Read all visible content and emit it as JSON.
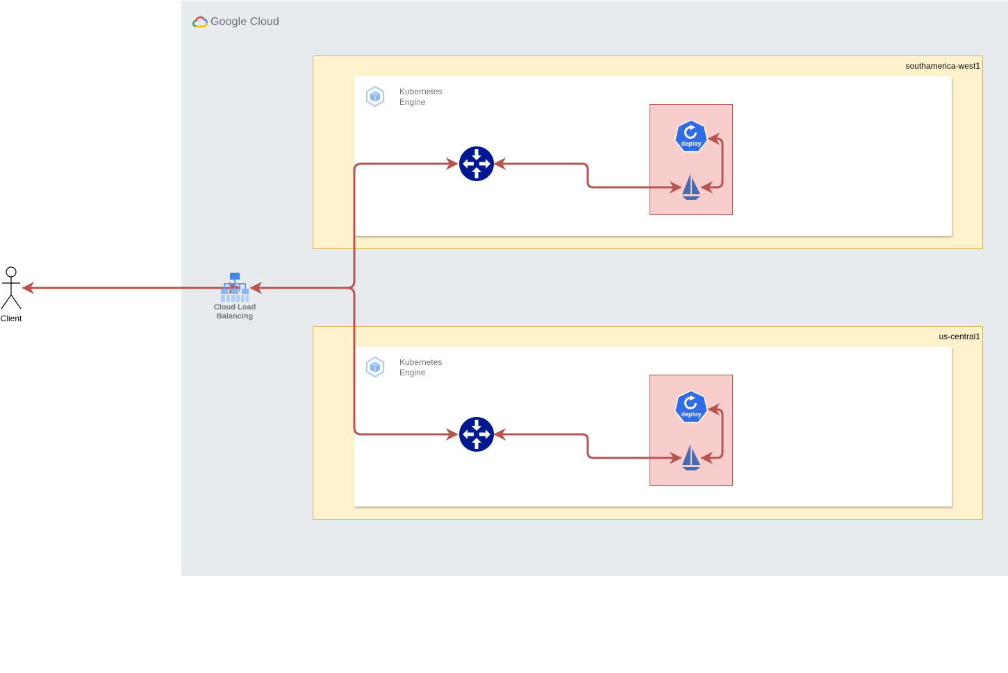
{
  "brand": {
    "name": "Google Cloud",
    "logo_icon": "google-cloud-logo-icon"
  },
  "client": {
    "label": "Client",
    "icon": "actor-stick-figure-icon"
  },
  "load_balancer": {
    "label_line1": "Cloud Load",
    "label_line2": "Balancing",
    "icon": "cloud-load-balancing-icon"
  },
  "regions": [
    {
      "name": "southamerica-west1",
      "cluster": {
        "title_line1": "Kubernetes",
        "title_line2": "Engine",
        "icon": "kubernetes-engine-icon"
      },
      "ingress_icon": "router-icon",
      "deployment": {
        "label": "deploy",
        "icon": "kubernetes-deploy-icon"
      },
      "sidecar_icon": "istio-sail-icon"
    },
    {
      "name": "us-central1",
      "cluster": {
        "title_line1": "Kubernetes",
        "title_line2": "Engine",
        "icon": "kubernetes-engine-icon"
      },
      "ingress_icon": "router-icon",
      "deployment": {
        "label": "deploy",
        "icon": "kubernetes-deploy-icon"
      },
      "sidecar_icon": "istio-sail-icon"
    }
  ],
  "colors": {
    "gcp_background": "#e8ebee",
    "region_fill": "#fff2cc",
    "region_stroke": "#d6b656",
    "pod_fill": "#f8cecc",
    "pod_stroke": "#b85450",
    "connector": "#b85450",
    "router": "#00188f",
    "kubernetes_blue": "#326ce5",
    "gcp_icon_blue": "#4285f4"
  }
}
